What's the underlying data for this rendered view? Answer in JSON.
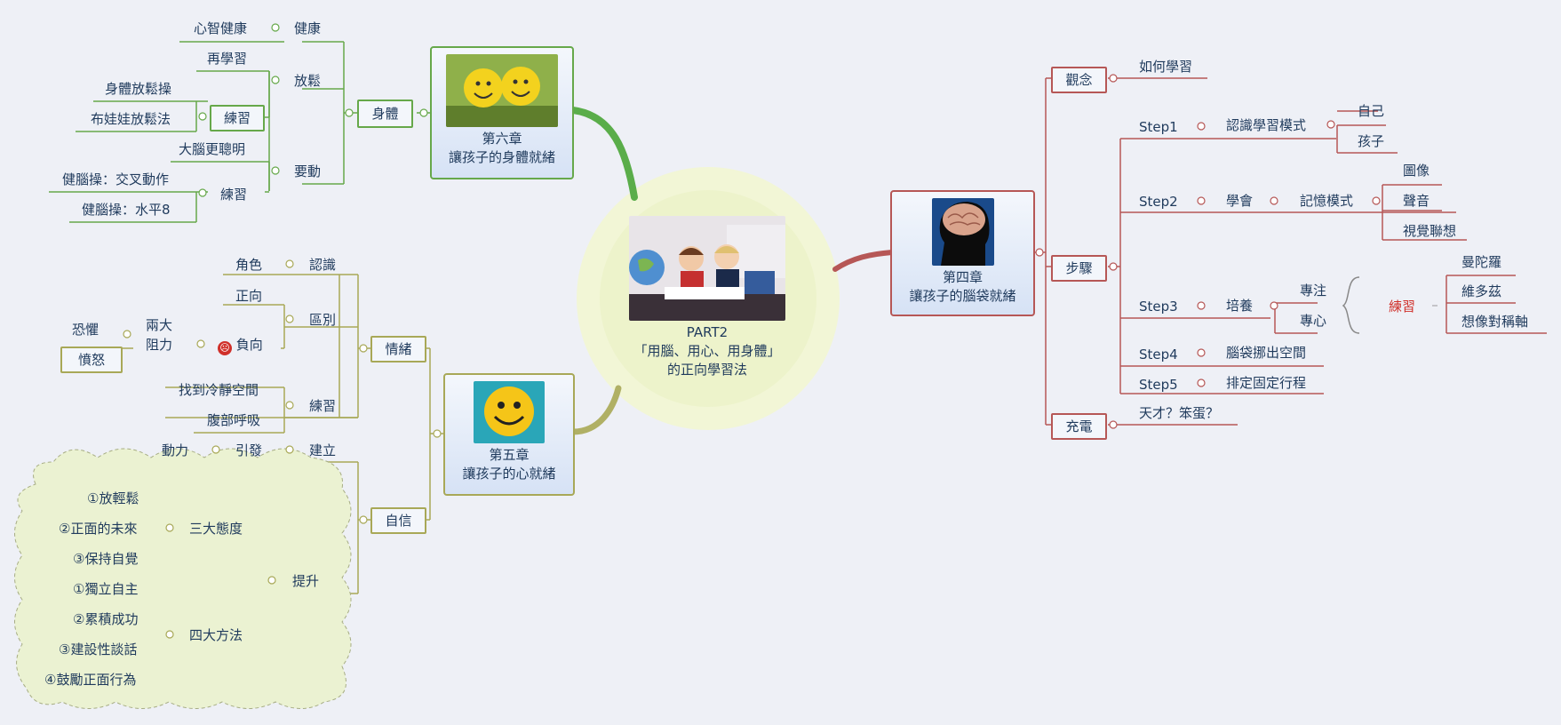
{
  "center": {
    "line1": "PART2",
    "line2": "「用腦、用心、用身體」",
    "line3": "的正向學習法"
  },
  "ch6": {
    "chapter": "第六章",
    "title": "讓孩子的身體就緒",
    "body": "身體",
    "health": "健康",
    "mental_health": "心智健康",
    "relax": "放鬆",
    "relearn": "再學習",
    "practice1": "練習",
    "body_relax": "身體放鬆操",
    "doll_relax": "布娃娃放鬆法",
    "move": "要動",
    "smarter": "大腦更聰明",
    "practice2": "練習",
    "brain_cross": "健腦操：交叉動作",
    "brain_eight": "健腦操：水平8"
  },
  "ch5": {
    "chapter": "第五章",
    "title": "讓孩子的心就緒",
    "emotion": "情緒",
    "know": "認識",
    "role": "角色",
    "distinguish": "區別",
    "positive": "正向",
    "negative": "負向",
    "two_obstacles_a": "兩大",
    "two_obstacles_b": "阻力",
    "fear": "恐懼",
    "anger": "憤怒",
    "practice": "練習",
    "calm_space": "找到冷靜空間",
    "abdominal": "腹部呼吸",
    "confidence": "自信",
    "build": "建立",
    "trigger": "引發",
    "motivation": "動力",
    "improve": "提升",
    "three_attitudes": "三大態度",
    "att1": "①放輕鬆",
    "att2": "②正面的未來",
    "att3": "③保持自覺",
    "four_methods": "四大方法",
    "m1": "①獨立自主",
    "m2": "②累積成功",
    "m3": "③建設性談話",
    "m4": "④鼓勵正面行為"
  },
  "ch4": {
    "chapter": "第四章",
    "title": "讓孩子的腦袋就緒",
    "concept": "觀念",
    "how_learn": "如何學習",
    "steps": "步驟",
    "step1": "Step1",
    "step1_label": "認識學習模式",
    "self": "自己",
    "child": "孩子",
    "step2": "Step2",
    "learn": "學會",
    "memory_mode": "記憶模式",
    "image": "圖像",
    "sound": "聲音",
    "visual": "視覺聯想",
    "step3": "Step3",
    "cultivate": "培養",
    "focus": "專注",
    "attention": "專心",
    "practice": "練習",
    "mandala": "曼陀羅",
    "venn": "維多茲",
    "symmetry": "想像對稱軸",
    "step4": "Step4",
    "step4_label": "腦袋挪出空間",
    "step5": "Step5",
    "step5_label": "排定固定行程",
    "recharge": "充電",
    "genius": "天才？笨蛋？"
  },
  "colors": {
    "green": "#66a84a",
    "red": "#b65756",
    "olive": "#a8a857",
    "text": "#1f3a5c",
    "accent_red": "#d0302a"
  },
  "icons": [
    "collapse-icon",
    "angry-face-icon",
    "brace-icon"
  ]
}
